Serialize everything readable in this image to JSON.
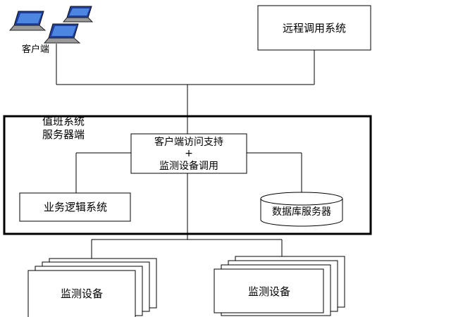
{
  "clients": {
    "label": "客户端"
  },
  "remote_system": {
    "label": "远程调用系统"
  },
  "server": {
    "title_line1": "值班系统",
    "title_line2": "服务器端"
  },
  "access_support": {
    "line1": "客户端访问支持",
    "line2": "+",
    "line3": "监测设备调用"
  },
  "business_logic": {
    "label": "业务逻辑系统"
  },
  "database": {
    "label": "数据库服务器"
  },
  "devices": [
    {
      "label": "监测设备"
    },
    {
      "label": "监测设备"
    }
  ]
}
